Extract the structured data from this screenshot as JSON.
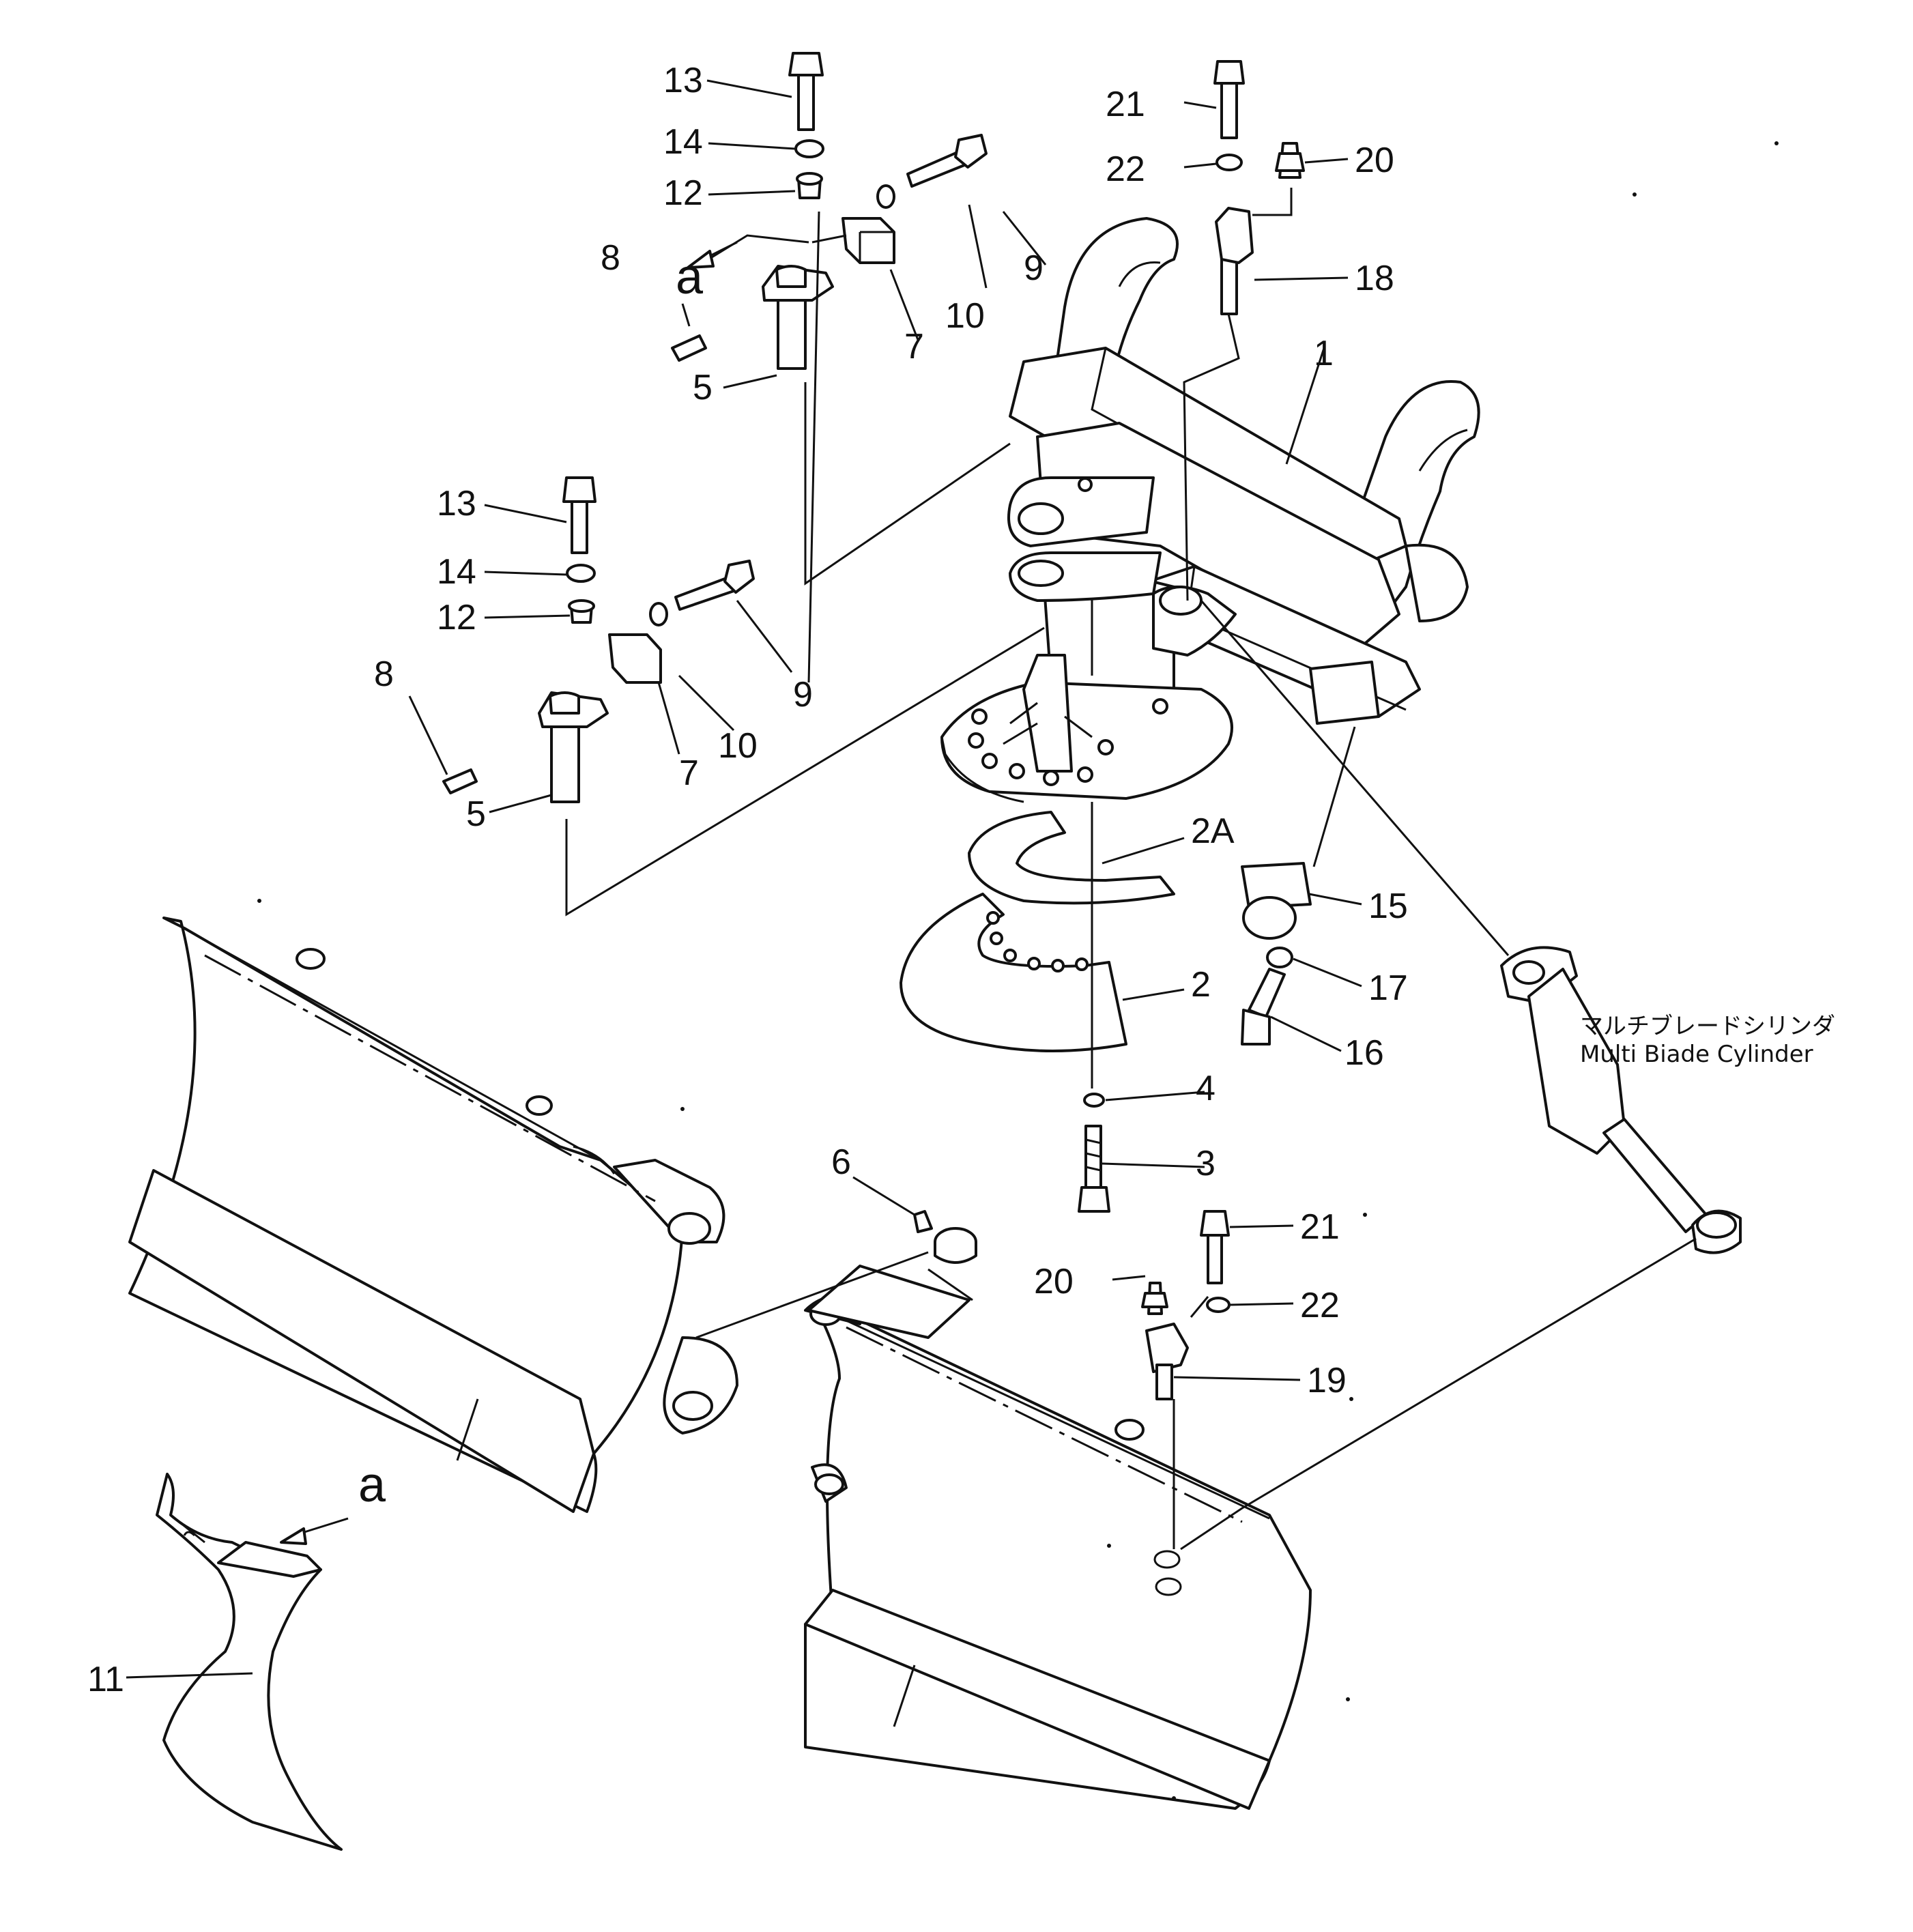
{
  "callouts": {
    "c1": "1",
    "c2": "2",
    "c2a": "2A",
    "c3": "3",
    "c4": "4",
    "c5a": "5",
    "c5b": "5",
    "c6": "6",
    "c7a": "7",
    "c7b": "7",
    "c8a": "8",
    "c8b": "8",
    "c9a": "9",
    "c9b": "9",
    "c10a": "10",
    "c10b": "10",
    "c11": "11",
    "c12a": "12",
    "c12b": "12",
    "c13a": "13",
    "c13b": "13",
    "c14a": "14",
    "c14b": "14",
    "c15": "15",
    "c16": "16",
    "c17": "17",
    "c18": "18",
    "c19": "19",
    "c20a": "20",
    "c20b": "20",
    "c21a": "21",
    "c21b": "21",
    "c22a": "22",
    "c22b": "22"
  },
  "view_markers": {
    "a_top": "a",
    "a_bottom": "a"
  },
  "cylinder_label": {
    "japanese": "マルチブレードシリンダ",
    "english": "Multi Biade Cylinder"
  }
}
